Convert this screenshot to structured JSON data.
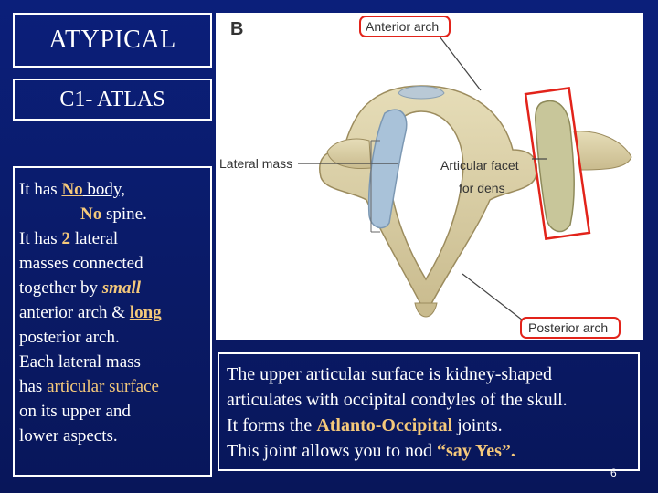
{
  "title": "ATYPICAL",
  "subtitle": "C1-  ATLAS",
  "body": {
    "l1a": "It  has ",
    "l1b": "No",
    "l1c": " body,",
    "l2a": "No",
    "l2b": "  spine.",
    "l3a": "It has ",
    "l3b": "2",
    "l3c": " lateral",
    "l4": "masses connected",
    "l5a": "together by ",
    "l5b": "small",
    "l6a": "anterior arch & ",
    "l6b": "long",
    "l7": "posterior arch.",
    "l8": "Each lateral mass",
    "l9a": "has ",
    "l9b": "articular surface",
    "l10": "on its upper and",
    "l11": "lower aspects."
  },
  "figure": {
    "panel_letter": "B",
    "label_anterior_arch": "Anterior arch",
    "label_lateral_mass": "Lateral mass",
    "label_facet_1": "Articular facet",
    "label_facet_2": "for dens",
    "label_posterior_arch": "Posterior arch"
  },
  "caption": {
    "c1": "The upper articular surface is kidney-shaped",
    "c2": "articulates with occipital condyles of the skull.",
    "c3a": "It forms the  ",
    "c3b": "Atlanto-Occipital",
    "c3c": " joints.",
    "c4a": "This joint allows you to nod ",
    "c4b": "“say Yes”."
  },
  "page_number": "6",
  "colors": {
    "background": "#0b1f7a",
    "highlight": "#f5c97a",
    "annotation_red": "#e2231a",
    "bone": "#d9cfa8"
  }
}
